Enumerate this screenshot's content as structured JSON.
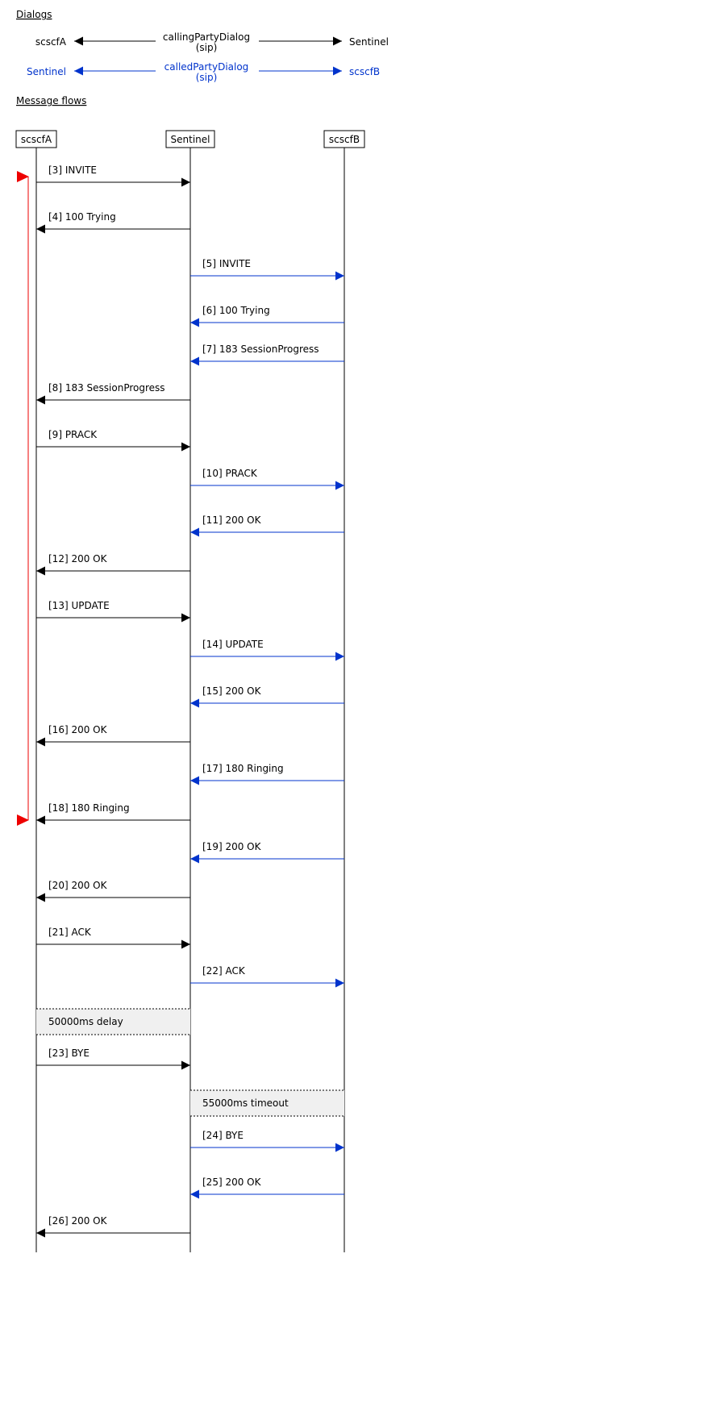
{
  "colors": {
    "black": "#000000",
    "blue": "#0033cc",
    "red": "#ee0000",
    "note_fill": "#f0f0f0"
  },
  "dialogs_heading": "Dialogs",
  "dialogs": [
    {
      "left": "scscfA",
      "name": "callingPartyDialog",
      "proto": "(sip)",
      "right": "Sentinel",
      "color": "black"
    },
    {
      "left": "Sentinel",
      "name": "calledPartyDialog",
      "proto": "(sip)",
      "right": "scscfB",
      "color": "blue"
    }
  ],
  "flows_heading": "Message flows",
  "participants": [
    "scscfA",
    "Sentinel",
    "scscfB"
  ],
  "messages": [
    {
      "label": "[3] INVITE",
      "from": 0,
      "to": 1,
      "color": "black"
    },
    {
      "label": "[4] 100 Trying",
      "from": 1,
      "to": 0,
      "color": "black"
    },
    {
      "label": "[5] INVITE",
      "from": 1,
      "to": 2,
      "color": "blue"
    },
    {
      "label": "[6] 100 Trying",
      "from": 2,
      "to": 1,
      "color": "blue"
    },
    {
      "label": "[7] 183 SessionProgress",
      "from": 2,
      "to": 1,
      "color": "blue"
    },
    {
      "label": "[8] 183 SessionProgress",
      "from": 1,
      "to": 0,
      "color": "black"
    },
    {
      "label": "[9] PRACK",
      "from": 0,
      "to": 1,
      "color": "black"
    },
    {
      "label": "[10] PRACK",
      "from": 1,
      "to": 2,
      "color": "blue"
    },
    {
      "label": "[11] 200 OK",
      "from": 2,
      "to": 1,
      "color": "blue"
    },
    {
      "label": "[12] 200 OK",
      "from": 1,
      "to": 0,
      "color": "black"
    },
    {
      "label": "[13] UPDATE",
      "from": 0,
      "to": 1,
      "color": "black"
    },
    {
      "label": "[14] UPDATE",
      "from": 1,
      "to": 2,
      "color": "blue"
    },
    {
      "label": "[15] 200 OK",
      "from": 2,
      "to": 1,
      "color": "blue"
    },
    {
      "label": "[16] 200 OK",
      "from": 1,
      "to": 0,
      "color": "black"
    },
    {
      "label": "[17] 180 Ringing",
      "from": 2,
      "to": 1,
      "color": "blue"
    },
    {
      "label": "[18] 180 Ringing",
      "from": 1,
      "to": 0,
      "color": "black"
    },
    {
      "label": "[19] 200 OK",
      "from": 2,
      "to": 1,
      "color": "blue"
    },
    {
      "label": "[20] 200 OK",
      "from": 1,
      "to": 0,
      "color": "black"
    },
    {
      "label": "[21] ACK",
      "from": 0,
      "to": 1,
      "color": "black"
    },
    {
      "label": "[22] ACK",
      "from": 1,
      "to": 2,
      "color": "blue"
    },
    {
      "label": "[23] BYE",
      "from": 0,
      "to": 1,
      "color": "black"
    },
    {
      "label": "[24] BYE",
      "from": 1,
      "to": 2,
      "color": "blue"
    },
    {
      "label": "[25] 200 OK",
      "from": 2,
      "to": 1,
      "color": "blue"
    },
    {
      "label": "[26] 200 OK",
      "from": 1,
      "to": 0,
      "color": "black"
    }
  ],
  "notes": [
    {
      "label": "50000ms delay",
      "from": 0,
      "to": 1
    },
    {
      "label": "55000ms timeout",
      "from": 1,
      "to": 2
    }
  ]
}
